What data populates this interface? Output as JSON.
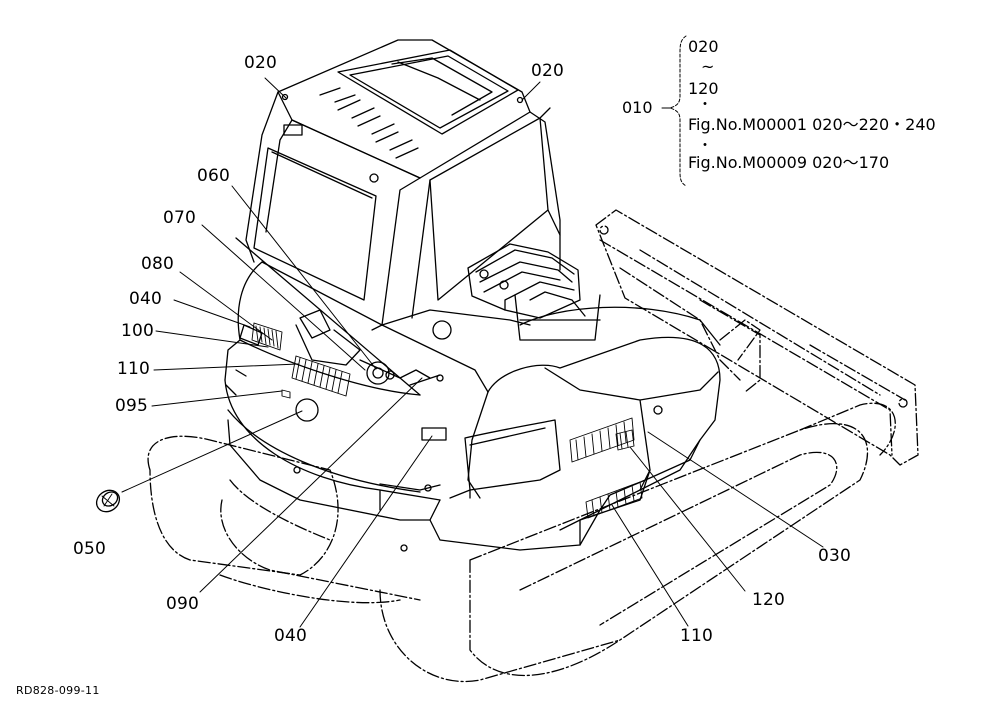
{
  "callouts": {
    "c020_left": "020",
    "c020_right": "020",
    "c060": "060",
    "c070": "070",
    "c080": "080",
    "c040_left": "040",
    "c100": "100",
    "c110_left": "110",
    "c095": "095",
    "c050": "050",
    "c090": "090",
    "c040_bottom": "040",
    "c110_bottom": "110",
    "c120": "120",
    "c030": "030"
  },
  "reference_box": {
    "assembly_number": "010",
    "range_start": "020",
    "range_tilde": "~",
    "range_end": "120",
    "bullet": "・",
    "figure_ref_1": "Fig.No.M00001  020～220・240",
    "figure_ref_2": "Fig.No.M00009  020～170"
  },
  "drawing_code": "RD828-099-11"
}
